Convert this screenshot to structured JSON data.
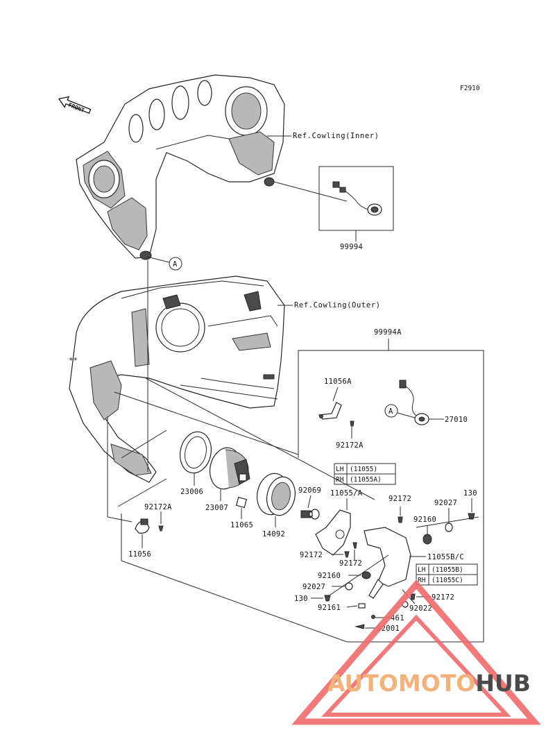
{
  "figure_id": "F2910",
  "front_label": "FRONT",
  "refs": {
    "inner": "Ref.Cowling(Inner)",
    "outer": "Ref.Cowling(Outer)"
  },
  "callout_a": "A",
  "asterisks": "**",
  "parts": {
    "p99994": "99994",
    "p99994a": "99994A",
    "p11056a": "11056A",
    "p27010": "27010",
    "p92172a_top": "92172A",
    "p23006": "23006",
    "p23007": "23007",
    "p11065": "11065",
    "p14092": "14092",
    "p92069": "92069",
    "p11055a": "11055/A",
    "p92172_r": "92172",
    "p92027_r": "92027",
    "p130_r": "130",
    "p92160_r": "92160",
    "p92172a_left": "92172A",
    "p11056": "11056",
    "p92172_l1": "92172",
    "p92172_l2": "92172",
    "p11055bc": "11055B/C",
    "p92160_l": "92160",
    "p92027_l": "92027",
    "p130_l": "130",
    "p92172_b": "92172",
    "p92022": "92022",
    "p92161": "92161",
    "p461": "461",
    "p92001": "92001"
  },
  "side_table_1": {
    "lh_side": "LH",
    "lh_part": "(11055)",
    "rh_side": "RH",
    "rh_part": "(11055A)"
  },
  "side_table_2": {
    "lh_side": "LH",
    "lh_part": "(11055B)",
    "rh_side": "RH",
    "rh_part": "(11055C)"
  },
  "watermark": {
    "part1": "AUTOMOTO",
    "part2": "HUB",
    "color1": "#f2b27a",
    "color2": "#4a4a4a",
    "triangle_color": "#f06a6a"
  }
}
